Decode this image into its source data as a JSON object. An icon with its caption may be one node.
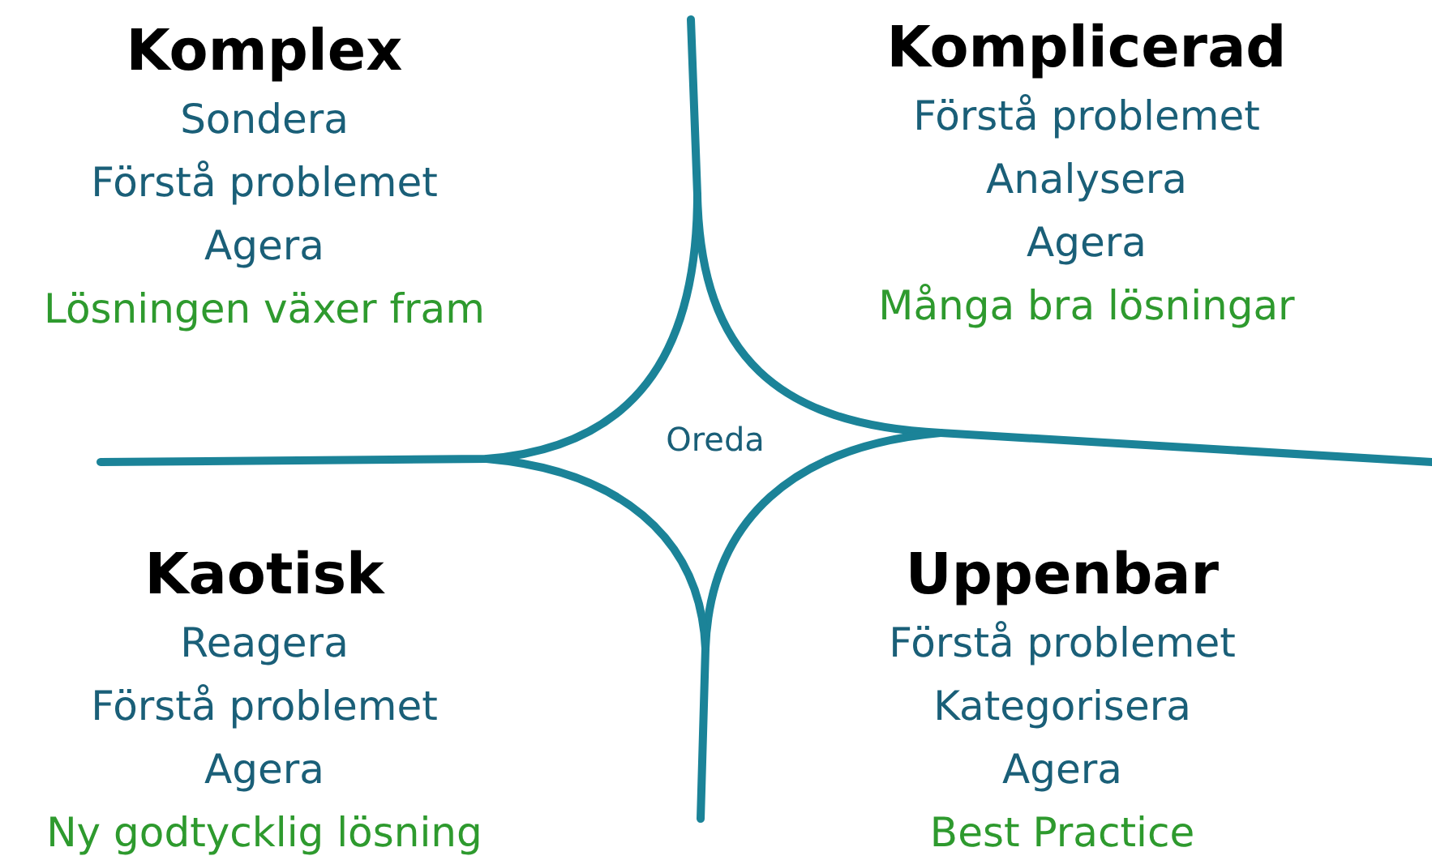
{
  "diagram": {
    "nodes": [
      {
        "text": [
          "Komplex",
          "Sondera",
          "Förstå problemet",
          "Agera",
          "Lösningen växer fram"
        ]
      },
      {
        "text": [
          "Komplicerad",
          "Förstå problemet",
          "Analysera",
          "Agera",
          "Många bra lösningar"
        ]
      },
      {
        "text": [
          "Kaotisk",
          "Reagera",
          "Förstå problemet",
          "Agera",
          "Ny godtycklig lösning"
        ]
      },
      {
        "text": [
          "Uppenbar",
          "Förstå problemet",
          "Kategorisera",
          "Agera",
          "Best Practice"
        ]
      },
      {
        "text": [
          "Oreda"
        ]
      }
    ]
  }
}
